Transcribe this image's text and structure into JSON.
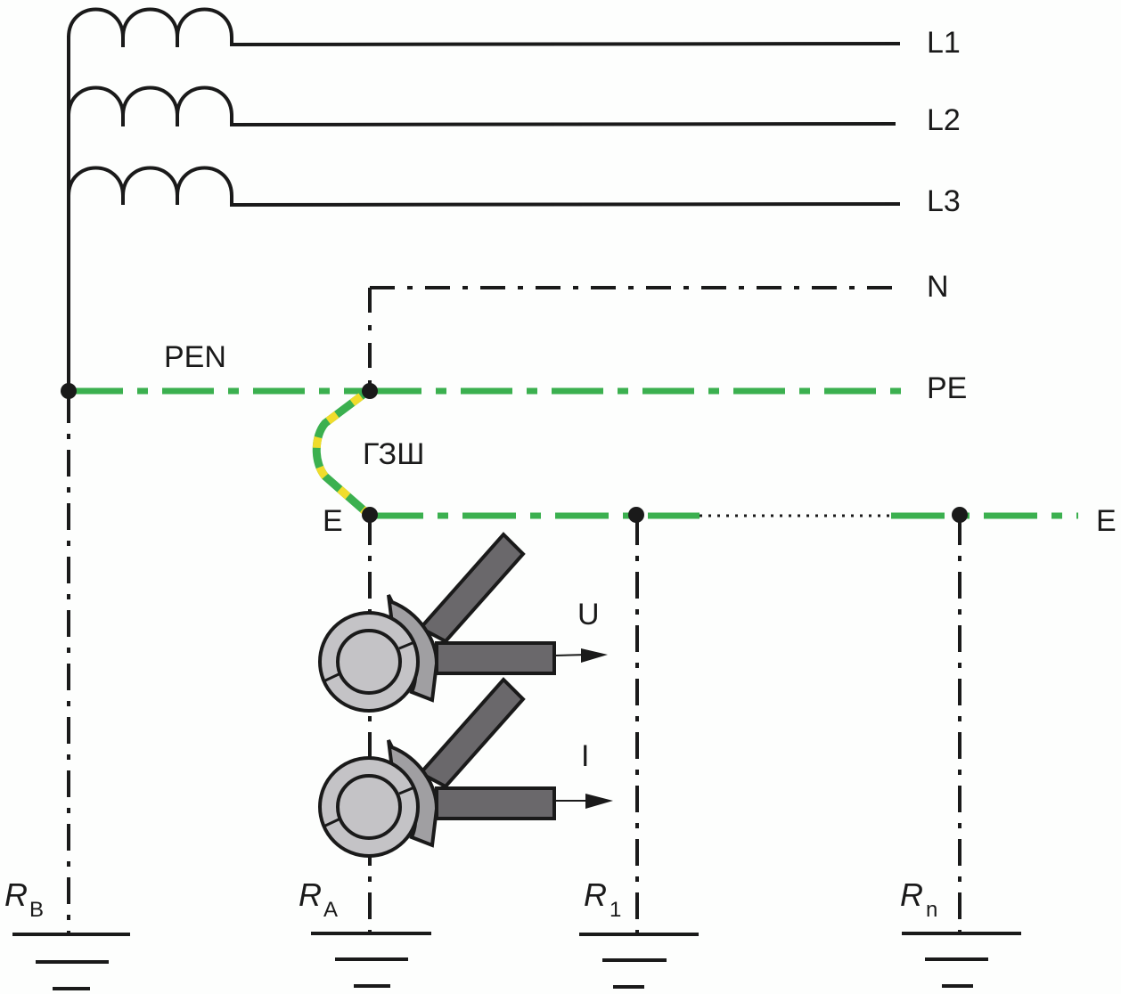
{
  "diagram": {
    "type": "TN-C-S earthing system with clamp meter measurement",
    "colors": {
      "conductor": "#1a1a1a",
      "pe_green": "#3bb04f",
      "pe_yellow": "#f0dc2c",
      "clamp_dark": "#6a686b",
      "clamp_mid": "#a09fa2",
      "clamp_light": "#c4c3c6",
      "background": "#fdfefd"
    },
    "conductors": {
      "L1": "L1",
      "L2": "L2",
      "L3": "L3",
      "N": "N",
      "PE": "PE",
      "PEN": "PEN",
      "E_right": "E",
      "E_left": "E"
    },
    "bus": {
      "main_earth_bar": "ГЗШ"
    },
    "clamps": {
      "voltage": "U",
      "current": "I"
    },
    "earth_electrodes": [
      {
        "symbol": "R",
        "subscript": "B"
      },
      {
        "symbol": "R",
        "subscript": "A"
      },
      {
        "symbol": "R",
        "subscript": "1"
      },
      {
        "symbol": "R",
        "subscript": "n"
      }
    ]
  }
}
